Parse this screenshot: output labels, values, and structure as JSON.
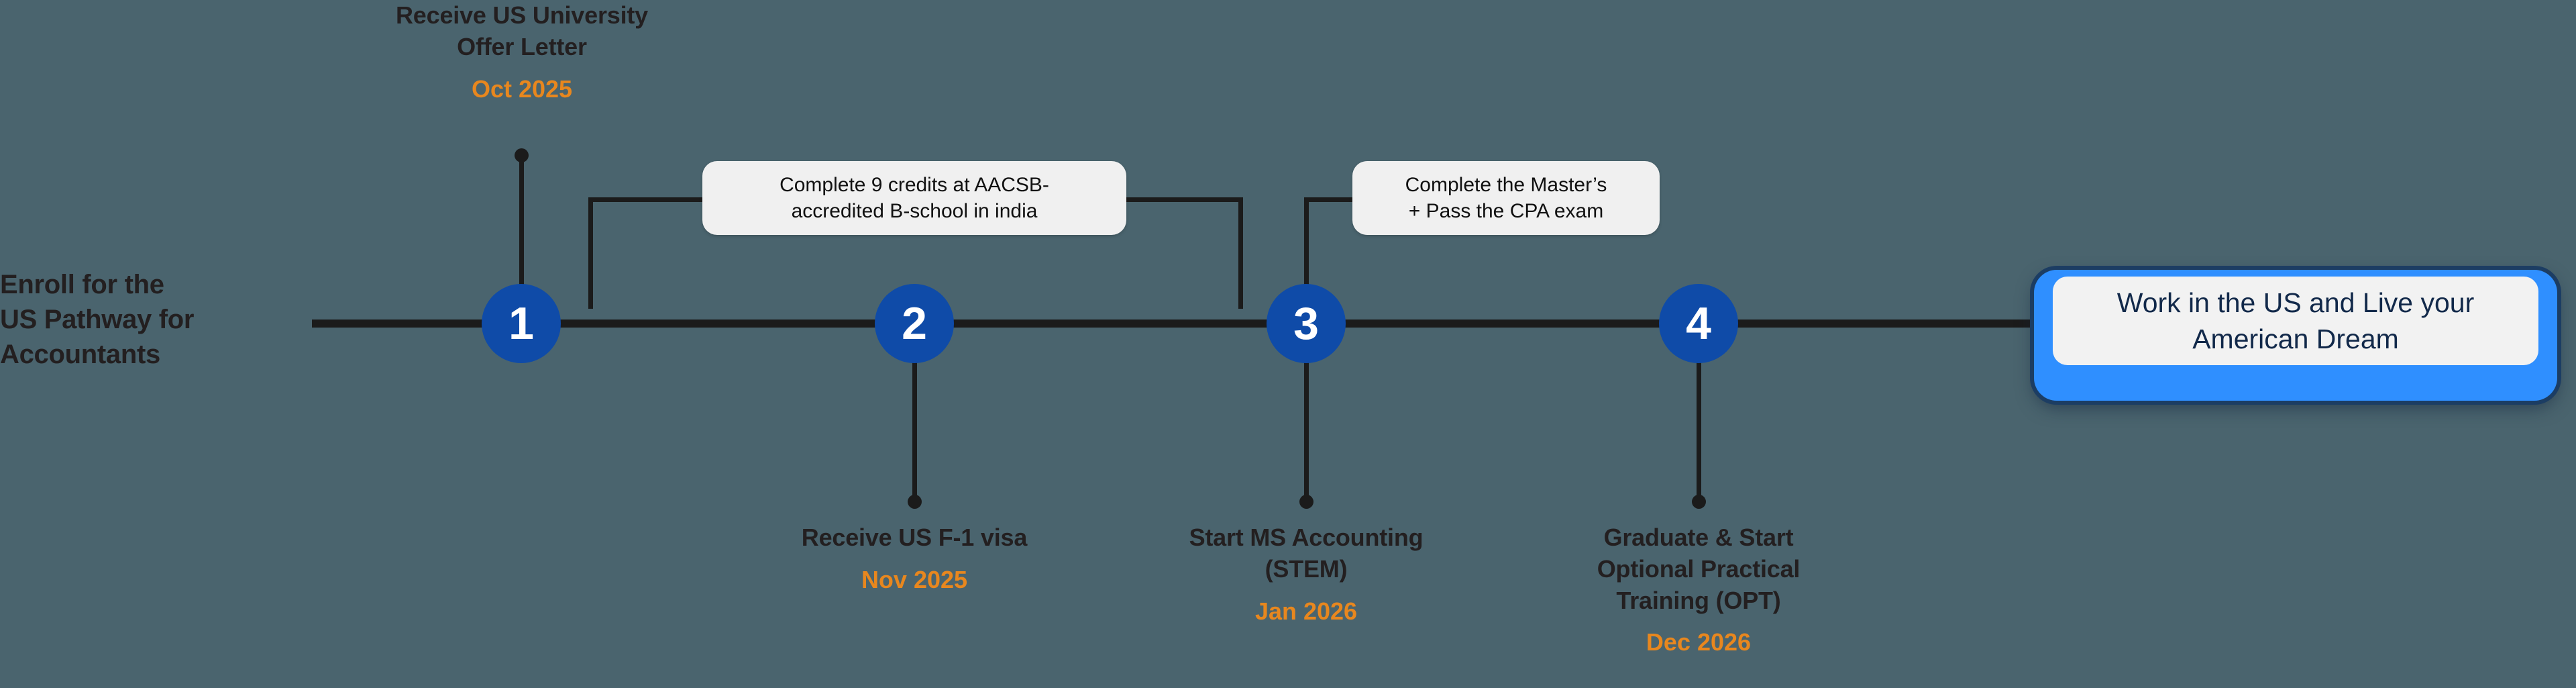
{
  "theme": {
    "background": "#4a646e",
    "line": "#1b1b1b",
    "node_blue": "#0f4ba8",
    "accent_orange": "#e8871e",
    "callout_bg": "#f0f0f0",
    "cta_blue": "#2f8fff",
    "cta_ring": "#1c3d63",
    "cta_text": "#12294a",
    "heading_text": "#231f20"
  },
  "intro": {
    "lines": [
      "Enroll for the",
      "US Pathway for",
      "Accountants"
    ]
  },
  "nodes": [
    {
      "number": "1"
    },
    {
      "number": "2"
    },
    {
      "number": "3"
    },
    {
      "number": "4"
    }
  ],
  "milestones": [
    {
      "id": "offer-letter",
      "position": "above",
      "title_lines": [
        "Receive US University",
        "Offer Letter"
      ],
      "date": "Oct 2025"
    },
    {
      "id": "f1-visa",
      "position": "below",
      "title_lines": [
        "Receive US F-1 visa"
      ],
      "date": "Nov 2025"
    },
    {
      "id": "ms-accounting",
      "position": "below",
      "title_lines": [
        "Start MS Accounting",
        "(STEM)"
      ],
      "date": "Jan 2026"
    },
    {
      "id": "graduate-opt",
      "position": "below",
      "title_lines": [
        "Graduate & Start",
        "Optional Practical",
        "Training (OPT)"
      ],
      "date": "Dec 2026"
    }
  ],
  "callouts": [
    {
      "id": "aacsb-credits",
      "lines": [
        "Complete 9 credits at AACSB-",
        "accredited B-school in india"
      ]
    },
    {
      "id": "masters-cpa",
      "lines": [
        "Complete the Master’s",
        "+ Pass the CPA exam"
      ]
    }
  ],
  "cta": {
    "lines": [
      "Work in the US and Live your",
      "American Dream"
    ]
  }
}
